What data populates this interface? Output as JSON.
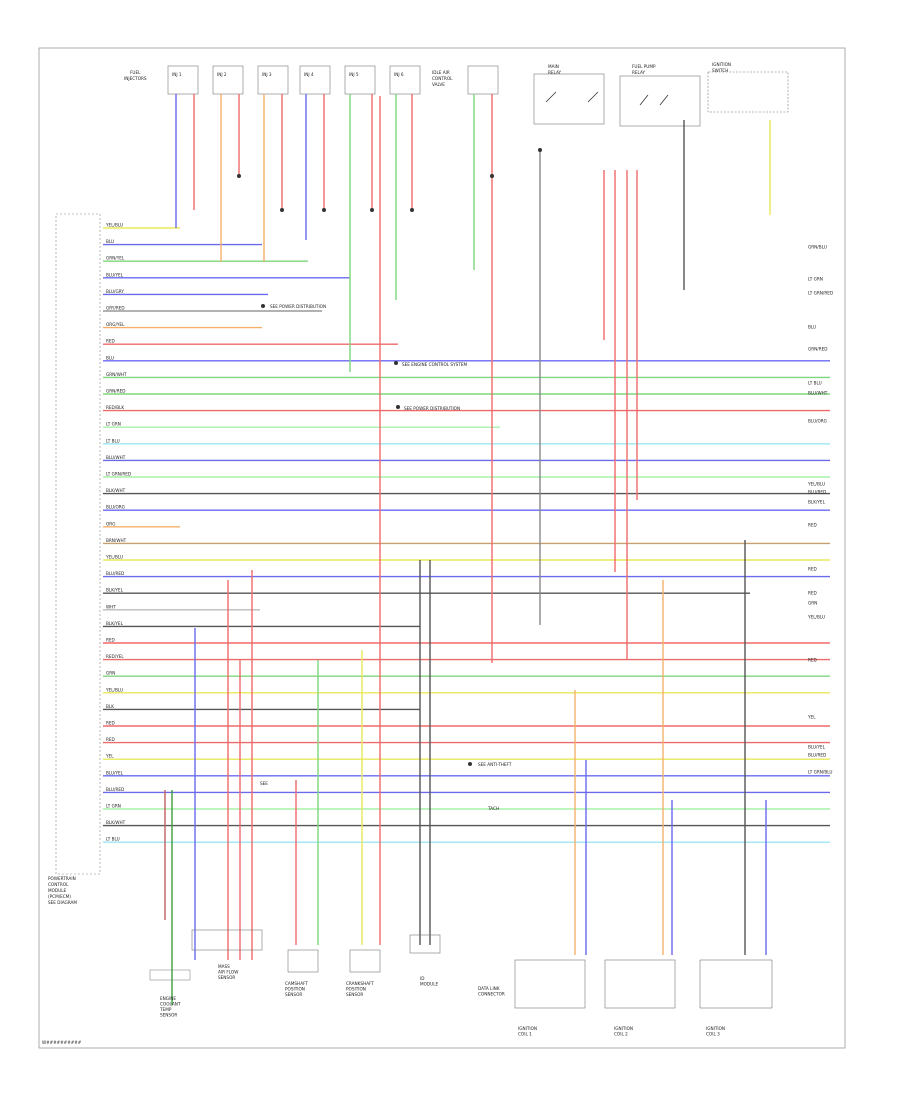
{
  "footer_code": "W##########",
  "ecm_label": [
    "POWERTRAIN",
    "CONTROL",
    "MODULE",
    "(PCM/ECM)",
    "SEE DIAGRAM"
  ],
  "injectors": [
    "INJ 1",
    "INJ 2",
    "INJ 3",
    "INJ 4",
    "INJ 5",
    "INJ 6"
  ],
  "injectors_label": [
    "FUEL",
    "INJECTORS"
  ],
  "idle_control_label": [
    "IDLE AIR",
    "CONTROL",
    "VALVE"
  ],
  "main_relay_label": [
    "MAIN",
    "RELAY"
  ],
  "fuel_pump_label": [
    "FUEL PUMP",
    "RELAY"
  ],
  "ignition_label": [
    "IGNITION",
    "SWITCH"
  ],
  "left_notes": [
    "SEE POWER DISTRIBUTION",
    "SEE ENGINE CONTROL SYSTEM",
    "SEE POWER DISTRIBUTION"
  ],
  "wire_labels_left": [
    "YEL/BLU",
    "BLU",
    "GRN/YEL",
    "BLU/YEL",
    "BLU/GRY",
    "GRY/RED",
    "ORG/YEL",
    "RED",
    "BLU",
    "GRN/WHT",
    "GRN/RED",
    "RED/BLK",
    "LT GRN",
    "LT BLU",
    "BLU/WHT",
    "LT GRN/RED",
    "BLK/WHT",
    "BLU/ORG",
    "ORG",
    "BRN/WHT",
    "YEL/BLU",
    "BLU/RED",
    "BLK/YEL",
    "WHT",
    "BLK/YEL",
    "RED",
    "RED/YEL",
    "GRN",
    "YEL/BLU",
    "BLK",
    "RED",
    "RED",
    "YEL",
    "BLU/YEL",
    "BLU/RED",
    "LT GRN",
    "BLK/WHT",
    "LT BLU"
  ],
  "wire_labels_right": [
    "GRN/BLU",
    "LT GRN",
    "LT GRN/RED",
    "BLU",
    "GRN/RED",
    "LT BLU",
    "BLU/WHT",
    "BLU/ORG",
    "YEL/BLU",
    "BLU/RED",
    "BLK/YEL",
    "RED",
    "RED",
    "RED",
    "GRN",
    "YEL/BLU",
    "RED",
    "YEL",
    "BLU/YEL",
    "BLU/RED",
    "LT GRN/BLU"
  ],
  "bottom_components": [
    [
      "ENGINE",
      "COOLANT",
      "TEMP",
      "SENSOR"
    ],
    [
      "MASS",
      "AIR FLOW",
      "SENSOR"
    ],
    [
      "CAMSHAFT",
      "POSITION",
      "SENSOR"
    ],
    [
      "CRANKSHAFT",
      "POSITION",
      "SENSOR"
    ],
    [
      "ID",
      "MODULE"
    ],
    [
      "DATA LINK",
      "CONNECTOR"
    ],
    [
      "IGNITION",
      "COIL 1"
    ],
    [
      "IGNITION",
      "COIL 2"
    ],
    [
      "IGNITION",
      "COIL 3"
    ]
  ],
  "mid_notes": [
    "SEE ANTI-THEFT",
    "TACH",
    "SEE"
  ]
}
